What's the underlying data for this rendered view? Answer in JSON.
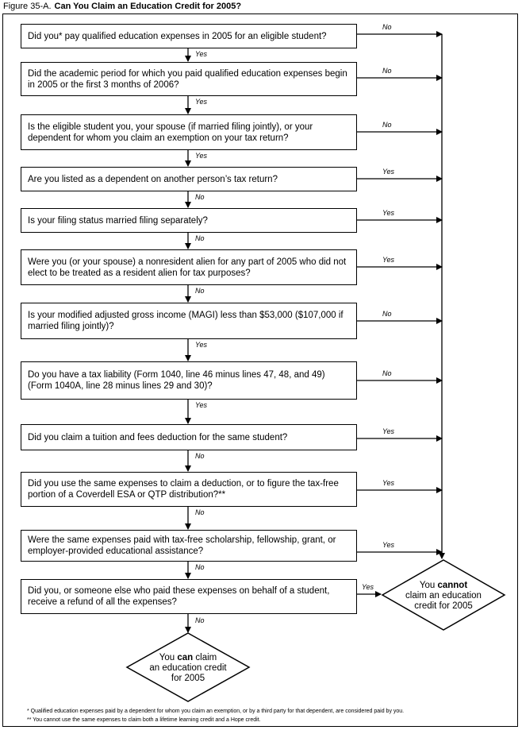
{
  "figure": {
    "label": "Figure 35-A.",
    "title": "Can You Claim an Education Credit for 2005?"
  },
  "questions": [
    {
      "text": "Did you* pay qualified education expenses in 2005 for an eligible student?",
      "side": "No",
      "down": "Yes"
    },
    {
      "text": "Did the academic period for which you paid qualified education expenses begin in 2005 or the first 3 months of 2006?",
      "side": "No",
      "down": "Yes"
    },
    {
      "text": "Is the eligible student you, your spouse (if married filing jointly), or your dependent for whom you claim an exemption on your tax return?",
      "side": "No",
      "down": "Yes"
    },
    {
      "text": "Are you listed as a dependent on another person’s tax return?",
      "side": "Yes",
      "down": "No"
    },
    {
      "text": "Is your filing status married filing separately?",
      "side": "Yes",
      "down": "No"
    },
    {
      "text": "Were you (or your spouse) a nonresident alien for any part of 2005 who did not elect to be treated as a resident alien for tax purposes?",
      "side": "Yes",
      "down": "No"
    },
    {
      "text": "Is your modified adjusted gross income (MAGI) less than $53,000 ($107,000 if married filing jointly)?",
      "side": "No",
      "down": "Yes"
    },
    {
      "text": "Do you have a tax liability (Form 1040, line 46 minus lines 47, 48, and 49) (Form 1040A, line 28 minus lines 29 and 30)?",
      "side": "No",
      "down": "Yes"
    },
    {
      "text": "Did you claim a tuition and fees deduction for the same student?",
      "side": "Yes",
      "down": "No"
    },
    {
      "text": "Did you use the same expenses to claim a deduction, or to figure the tax-free portion of a Coverdell ESA or QTP distribution?**",
      "side": "Yes",
      "down": "No"
    },
    {
      "text": "Were the same expenses paid with tax-free scholarship, fellowship, grant, or employer-provided educational assistance?",
      "side": "Yes",
      "down": "No"
    },
    {
      "text": "Did you, or someone else who paid these expenses on behalf of a student, receive a refund of all the expenses?",
      "side": "Yes",
      "down": "No"
    }
  ],
  "outcomes": {
    "cannot": {
      "pre": "You",
      "keyword": "cannot",
      "rest": "claim an education credit for 2005"
    },
    "can": {
      "pre": "You",
      "keyword": "can",
      "rest": "claim an education credit for 2005"
    }
  },
  "footnotes": [
    "* Qualified education expenses paid by a dependent for whom you claim an exemption, or by a third party for that dependent, are considered paid by you.",
    "** You cannot use the same expenses to claim both a lifetime learning credit and a Hope credit."
  ]
}
